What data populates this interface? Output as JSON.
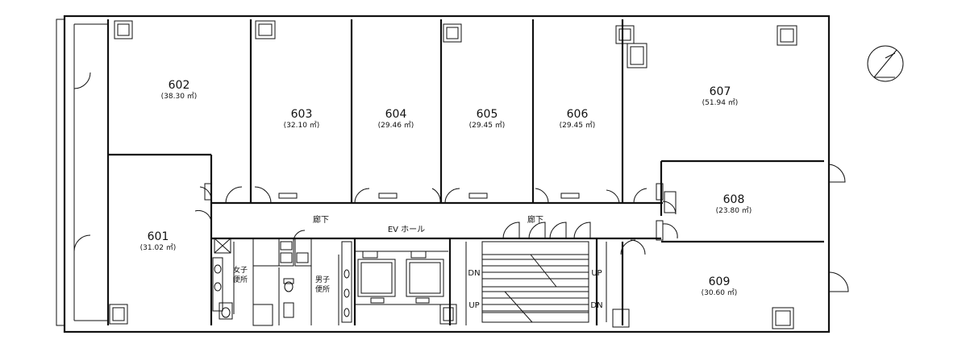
{
  "rooms": [
    {
      "number": "602",
      "area": "(38.30 ㎡)"
    },
    {
      "number": "603",
      "area": "(32.10 ㎡)"
    },
    {
      "number": "604",
      "area": "(29.46 ㎡)"
    },
    {
      "number": "605",
      "area": "(29.45 ㎡)"
    },
    {
      "number": "606",
      "area": "(29.45 ㎡)"
    },
    {
      "number": "607",
      "area": "(51.94 ㎡)"
    },
    {
      "number": "608",
      "area": "(23.80 ㎡)"
    },
    {
      "number": "609",
      "area": "(30.60 ㎡)"
    },
    {
      "number": "601",
      "area": "(31.02 ㎡)"
    }
  ],
  "labels": {
    "corridor_left": "廊下",
    "corridor_right": "廊下",
    "ev_hall": "EV ホール",
    "womens_wc_1": "女子",
    "womens_wc_2": "便所",
    "mens_wc_1": "男子",
    "mens_wc_2": "便所",
    "stair_dn_left": "DN",
    "stair_up_right": "UP",
    "stair_up_left": "UP",
    "stair_dn_right": "DN"
  }
}
